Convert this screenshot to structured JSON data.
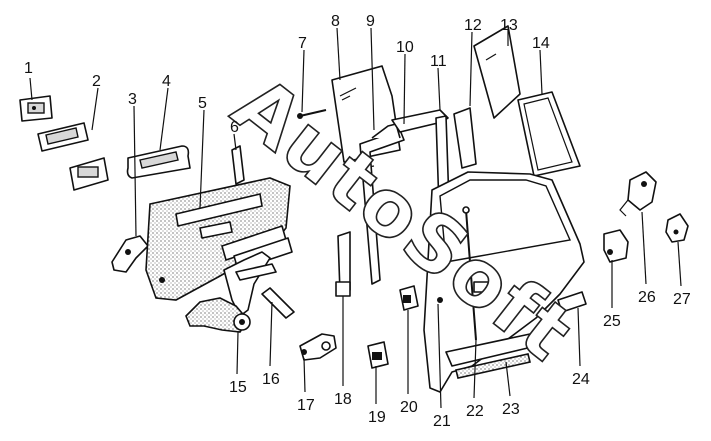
{
  "diagram": {
    "watermark": "AutoSoft",
    "callouts": [
      "1",
      "2",
      "3",
      "4",
      "5",
      "6",
      "7",
      "8",
      "9",
      "10",
      "11",
      "12",
      "13",
      "14",
      "15",
      "16",
      "17",
      "18",
      "19",
      "20",
      "21",
      "22",
      "23",
      "24",
      "25",
      "26",
      "27"
    ]
  }
}
